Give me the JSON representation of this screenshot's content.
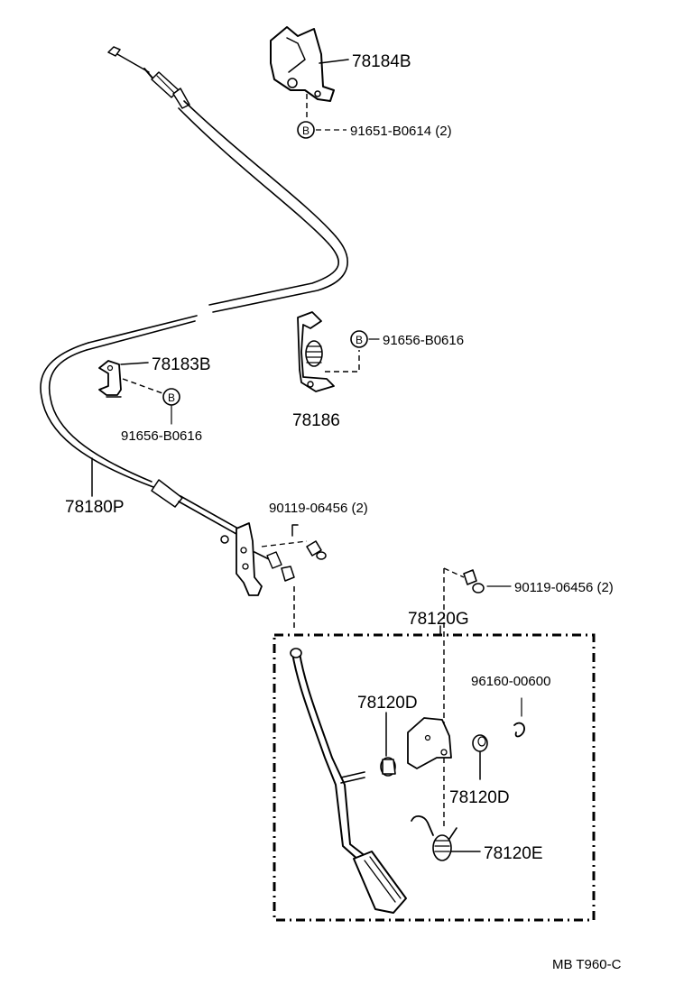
{
  "labels": {
    "bracket_top": "78184B",
    "bolt_top": "91651-B0614 (2)",
    "bolt_mid_right": "91656-B0616",
    "clamp": "78183B",
    "bolt_left": "91656-B0616",
    "spring_bracket": "78186",
    "cable": "78180P",
    "bolt_cable_bracket": "90119-06456 (2)",
    "bolt_right": "90119-06456 (2)",
    "assembly": "78120G",
    "bushing_left": "78120D",
    "clip": "96160-00600",
    "bushing_right": "78120D",
    "spring": "78120E",
    "code": "MB  T960-C"
  },
  "markers": {
    "b": "B"
  }
}
